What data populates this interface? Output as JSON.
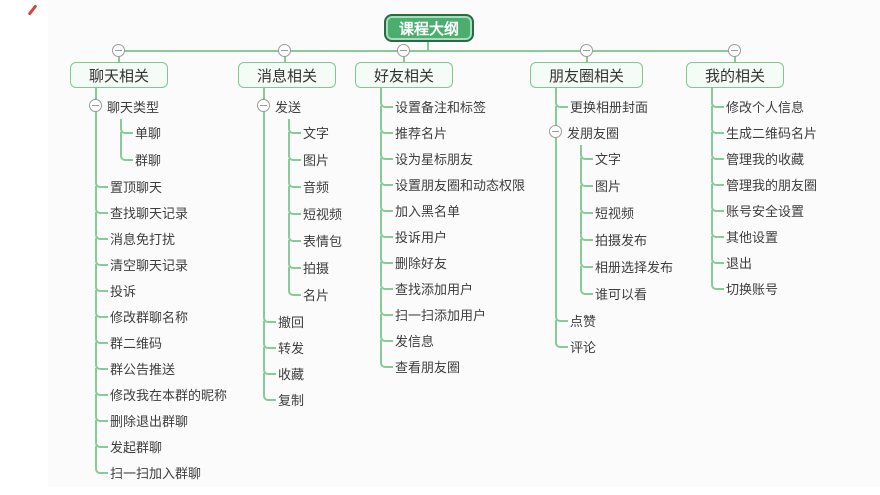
{
  "root": {
    "label": "课程大纲"
  },
  "branches": [
    {
      "label": "聊天相关",
      "children": [
        {
          "label": "聊天类型",
          "children": [
            {
              "label": "单聊"
            },
            {
              "label": "群聊"
            }
          ]
        },
        {
          "label": "置顶聊天"
        },
        {
          "label": "查找聊天记录"
        },
        {
          "label": "消息免打扰"
        },
        {
          "label": "清空聊天记录"
        },
        {
          "label": "投诉"
        },
        {
          "label": "修改群聊名称"
        },
        {
          "label": "群二维码"
        },
        {
          "label": "群公告推送"
        },
        {
          "label": "修改我在本群的昵称"
        },
        {
          "label": "删除退出群聊"
        },
        {
          "label": "发起群聊"
        },
        {
          "label": "扫一扫加入群聊"
        }
      ]
    },
    {
      "label": "消息相关",
      "children": [
        {
          "label": "发送",
          "children": [
            {
              "label": "文字"
            },
            {
              "label": "图片"
            },
            {
              "label": "音频"
            },
            {
              "label": "短视频"
            },
            {
              "label": "表情包"
            },
            {
              "label": "拍摄"
            },
            {
              "label": "名片"
            }
          ]
        },
        {
          "label": "撤回"
        },
        {
          "label": "转发"
        },
        {
          "label": "收藏"
        },
        {
          "label": "复制"
        }
      ]
    },
    {
      "label": "好友相关",
      "children": [
        {
          "label": "设置备注和标签"
        },
        {
          "label": "推荐名片"
        },
        {
          "label": "设为星标朋友"
        },
        {
          "label": "设置朋友圈和动态权限"
        },
        {
          "label": "加入黑名单"
        },
        {
          "label": "投诉用户"
        },
        {
          "label": "删除好友"
        },
        {
          "label": "查找添加用户"
        },
        {
          "label": "扫一扫添加用户"
        },
        {
          "label": "发信息"
        },
        {
          "label": "查看朋友圈"
        }
      ]
    },
    {
      "label": "朋友圈相关",
      "children": [
        {
          "label": "更换相册封面"
        },
        {
          "label": "发朋友圈",
          "children": [
            {
              "label": "文字"
            },
            {
              "label": "图片"
            },
            {
              "label": "短视频"
            },
            {
              "label": "拍摄发布"
            },
            {
              "label": "相册选择发布"
            },
            {
              "label": "谁可以看"
            }
          ]
        },
        {
          "label": "点赞"
        },
        {
          "label": "评论"
        }
      ]
    },
    {
      "label": "我的相关",
      "children": [
        {
          "label": "修改个人信息"
        },
        {
          "label": "生成二维码名片"
        },
        {
          "label": "管理我的收藏"
        },
        {
          "label": "管理我的朋友圈"
        },
        {
          "label": "账号安全设置"
        },
        {
          "label": "其他设置"
        },
        {
          "label": "退出"
        },
        {
          "label": "切换账号"
        }
      ]
    }
  ],
  "colors": {
    "accent": "#4aae6e",
    "accent_border": "#266c42",
    "connector_line": "#87cb99",
    "branch_box_bg": "#f5fbf6",
    "branch_box_border": "#7fc892",
    "text": "#3d3d3d",
    "collapse_circle": "#9b9b9b"
  }
}
